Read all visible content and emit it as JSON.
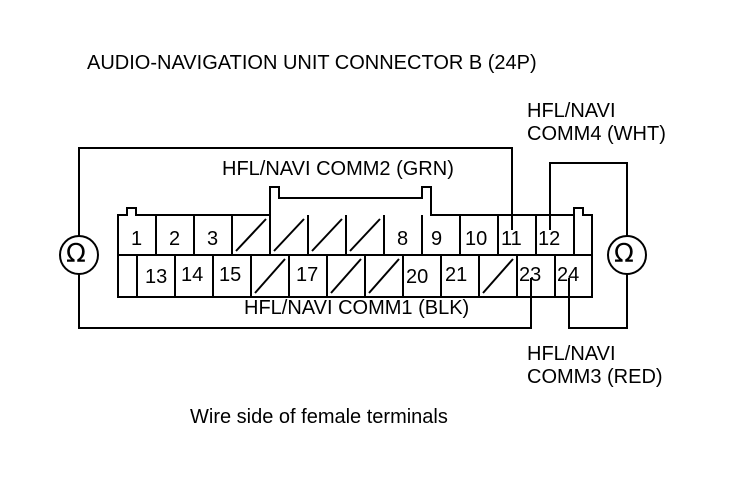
{
  "title": "AUDIO-NAVIGATION UNIT CONNECTOR B (24P)",
  "caption": "Wire side of female terminals",
  "wires": {
    "comm2": "HFL/NAVI COMM2 (GRN)",
    "comm1": "HFL/NAVI COMM1 (BLK)",
    "comm4_line1": "HFL/NAVI",
    "comm4_line2": "COMM4 (WHT)",
    "comm3_line1": "HFL/NAVI",
    "comm3_line2": "COMM3 (RED)"
  },
  "meter_symbol": "Ω",
  "pins": {
    "p1": "1",
    "p2": "2",
    "p3": "3",
    "p8": "8",
    "p9": "9",
    "p10": "10",
    "p11": "11",
    "p12": "12",
    "p13": "13",
    "p14": "14",
    "p15": "15",
    "p17": "17",
    "p20": "20",
    "p21": "21",
    "p23": "23",
    "p24": "24"
  }
}
